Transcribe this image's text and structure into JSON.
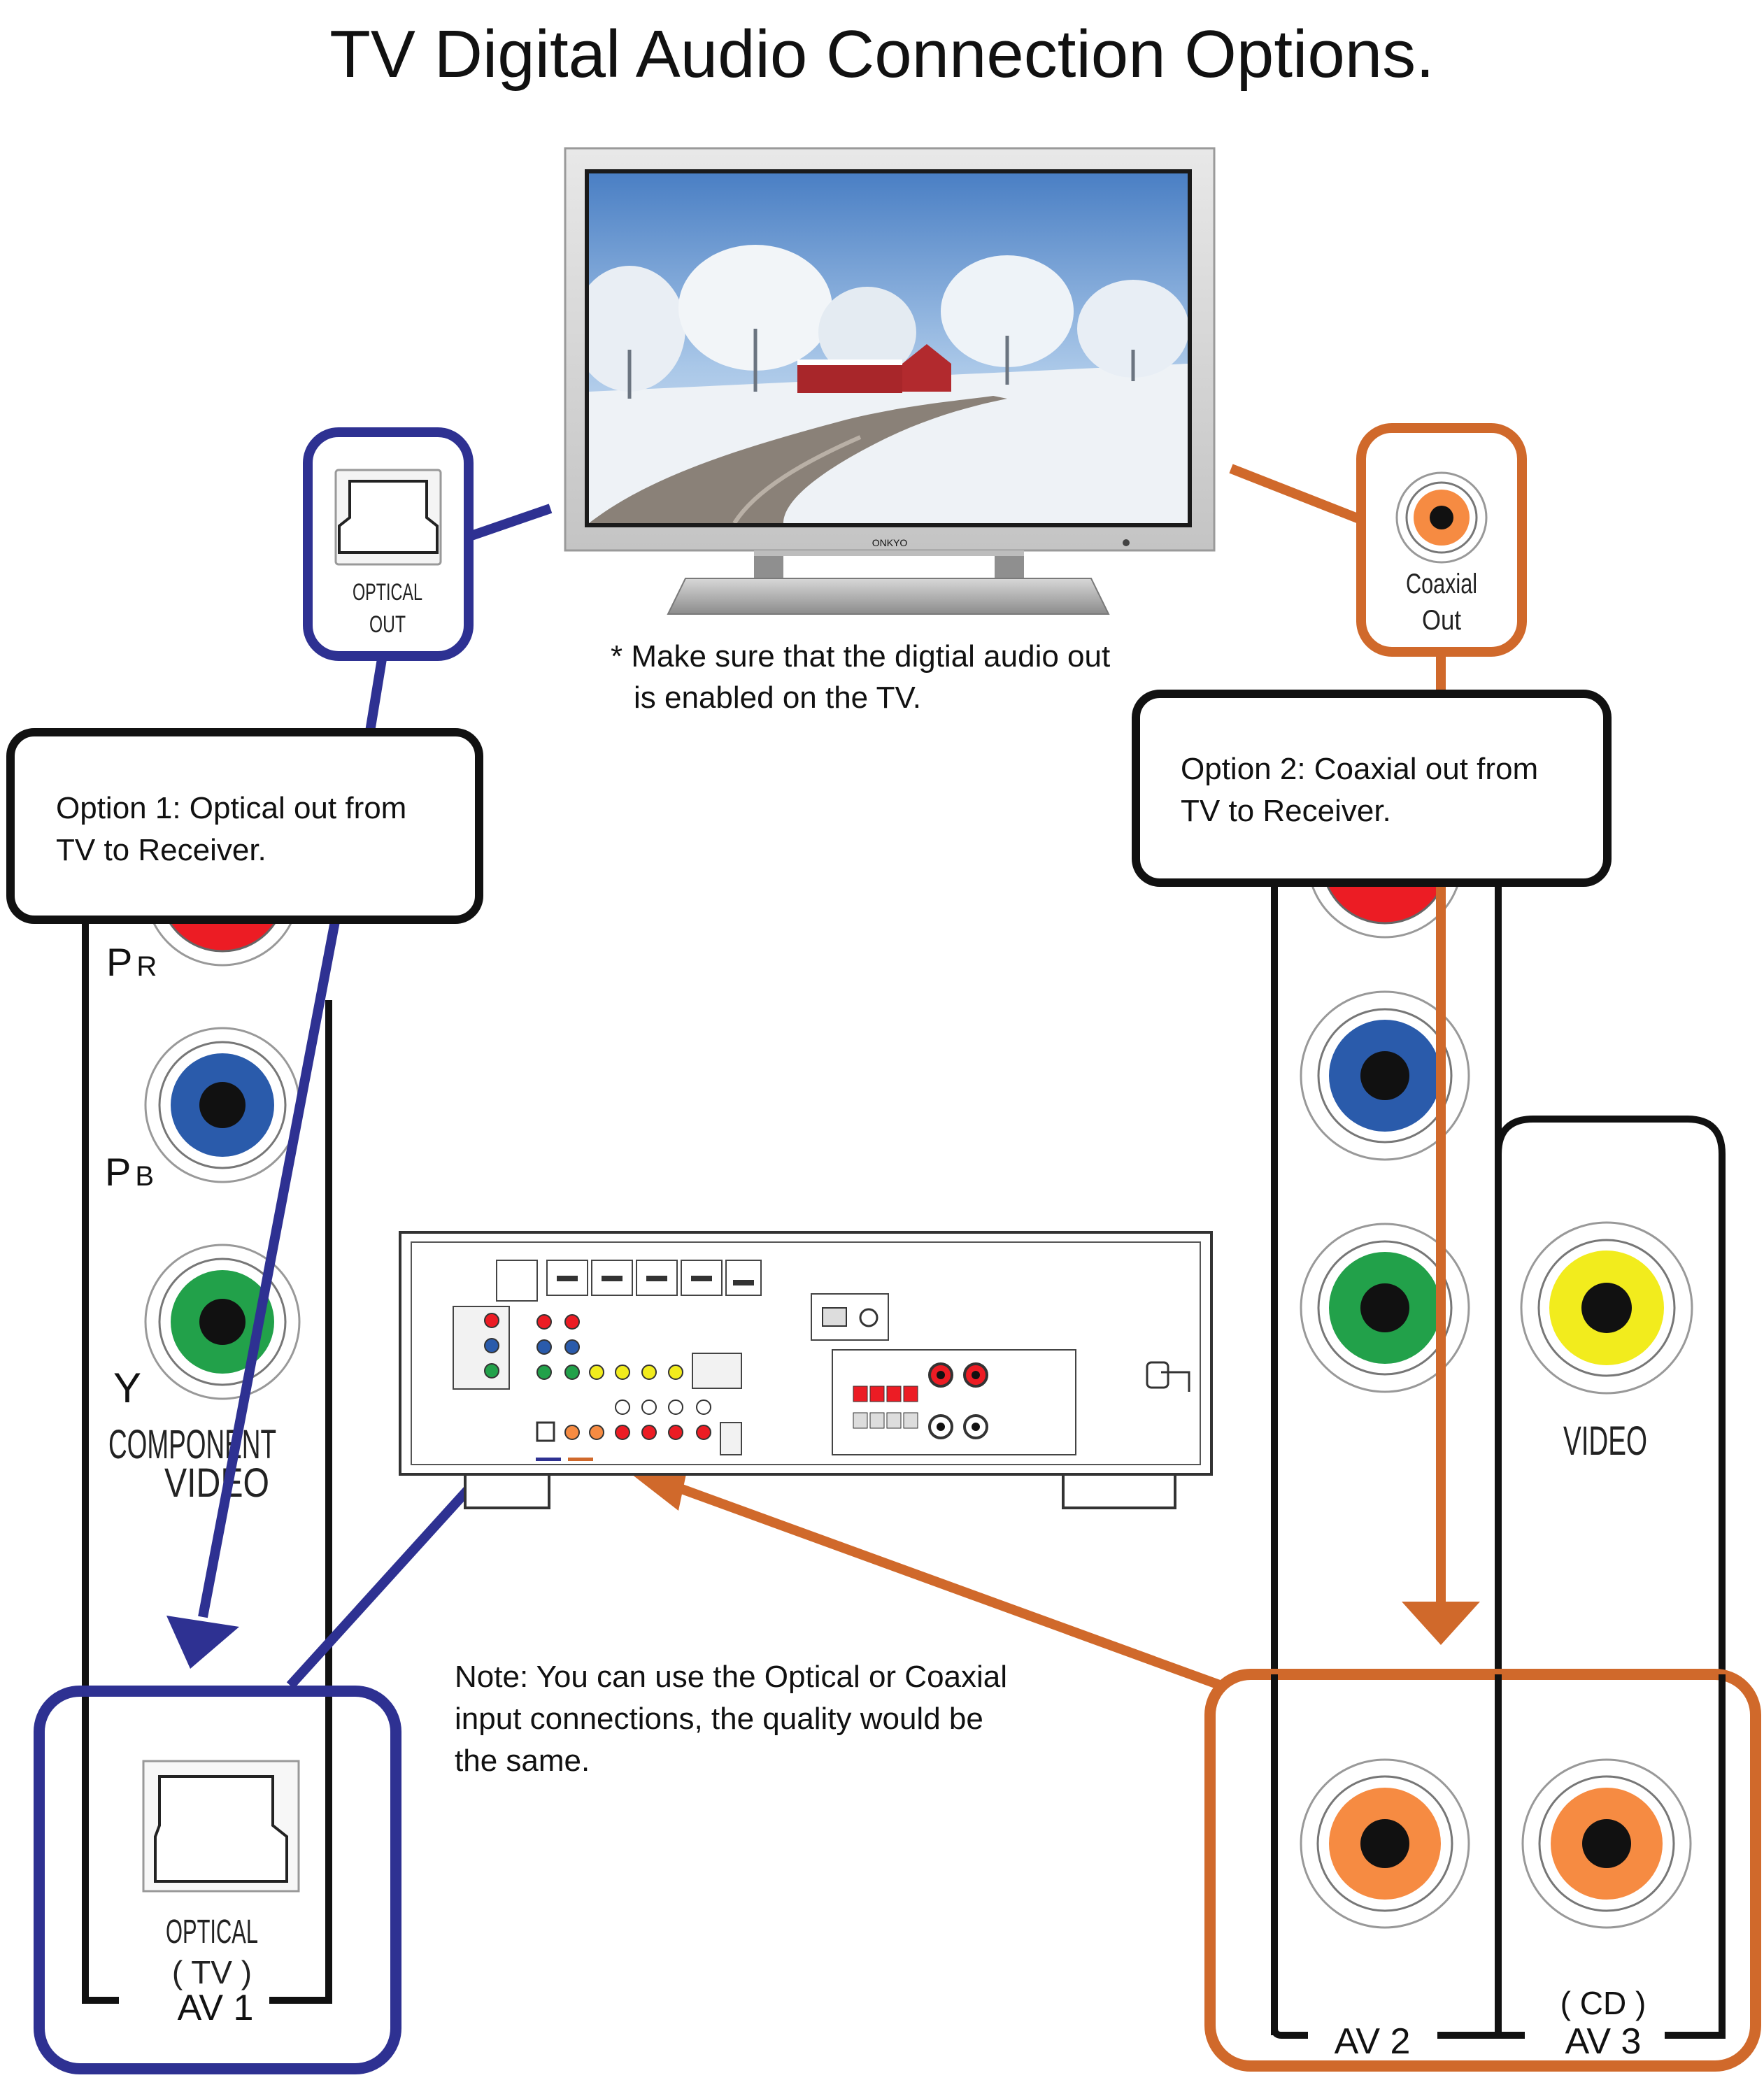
{
  "title": "TV Digital Audio Connection Options.",
  "tv": {
    "brand": "ONKYO",
    "note_line1": "* Make sure that the digtial audio out",
    "note_line2": "is enabled on the TV."
  },
  "tv_optical_port": {
    "label_line1": "OPTICAL",
    "label_line2": "OUT"
  },
  "tv_coaxial_port": {
    "label_line1": "Coaxial",
    "label_line2": "Out"
  },
  "option1": {
    "line1": "Option 1: Optical out from",
    "line2": "TV to Receiver."
  },
  "option2": {
    "line1": "Option 2: Coaxial out from",
    "line2": "TV to Receiver."
  },
  "component_panel": {
    "pr_label": "P",
    "pr_sub": "R",
    "pb_label": "P",
    "pb_sub": "B",
    "y_label": "Y",
    "component_line1": "COMPONENT",
    "component_line2": "VIDEO"
  },
  "optical_input": {
    "label_line1": "OPTICAL",
    "label_line2": "( TV )",
    "group": "AV  1"
  },
  "video_panel": {
    "label": "VIDEO"
  },
  "coax_inputs": {
    "av2": "AV  2",
    "av3_sub": "( CD )",
    "av3": "AV  3"
  },
  "note": {
    "line1": "Note:  You can use the Optical or Coaxial",
    "line2": "input connections, the quality would be",
    "line3": "the same."
  },
  "colors": {
    "optical_blue": "#2e3192",
    "coax_orange": "#d0692b",
    "jack_orange": "#f68b42",
    "jack_red": "#ec1c24",
    "jack_blue": "#2a5bab",
    "jack_green": "#22a14a",
    "jack_yellow": "#f2ec1d",
    "outline": "#111111"
  }
}
